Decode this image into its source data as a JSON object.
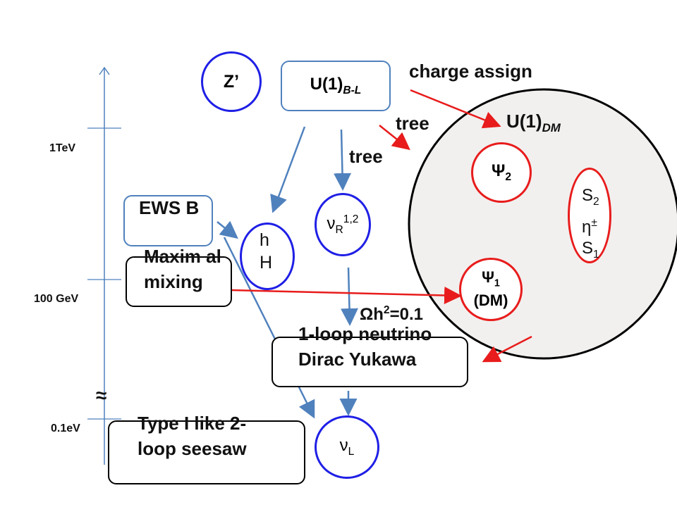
{
  "scale": {
    "tick_1tev": "1TeV",
    "tick_100gev": "100 GeV",
    "tick_01ev": "0.1eV",
    "approx_symbol": "≈"
  },
  "nodes": {
    "zprime": "Z’",
    "u1bl_main": "U(1)",
    "u1bl_sub": "B-L",
    "ewsb": "EWS B",
    "h_upper": "h",
    "h_lower": "H",
    "nu_r_main": "ν",
    "nu_r_sub": "R",
    "nu_r_sup": "1,2",
    "maximal_mixing": "Maxim al mixing",
    "one_loop": "1-loop neutrino Dirac Yukawa",
    "nu_l_main": "ν",
    "nu_l_sub": "L",
    "type1": "Type I like 2-loop seesaw",
    "u1dm_main": "U(1)",
    "u1dm_sub": "DM",
    "psi2_main": "Ψ",
    "psi2_sub": "2",
    "psi1_main": "Ψ",
    "psi1_sub": "1",
    "psi1_dm": "(DM)",
    "s2_main": "S",
    "s2_sub": "2",
    "eta_main": "η",
    "eta_sup": "±",
    "s1_main": "S",
    "s1_sub": "1",
    "omega_main": "Ωh",
    "omega_sup": "2",
    "omega_rest": "=0.1"
  },
  "labels": {
    "charge_assign": "charge assign",
    "tree_upper": "tree",
    "tree_lower": "tree"
  },
  "colors": {
    "blue": "#1f1fe6",
    "red": "#e81c1c",
    "arrow_blue": "#4f81bd",
    "box_blue": "#4f81bd",
    "dm_fill": "#f2f0ee"
  }
}
